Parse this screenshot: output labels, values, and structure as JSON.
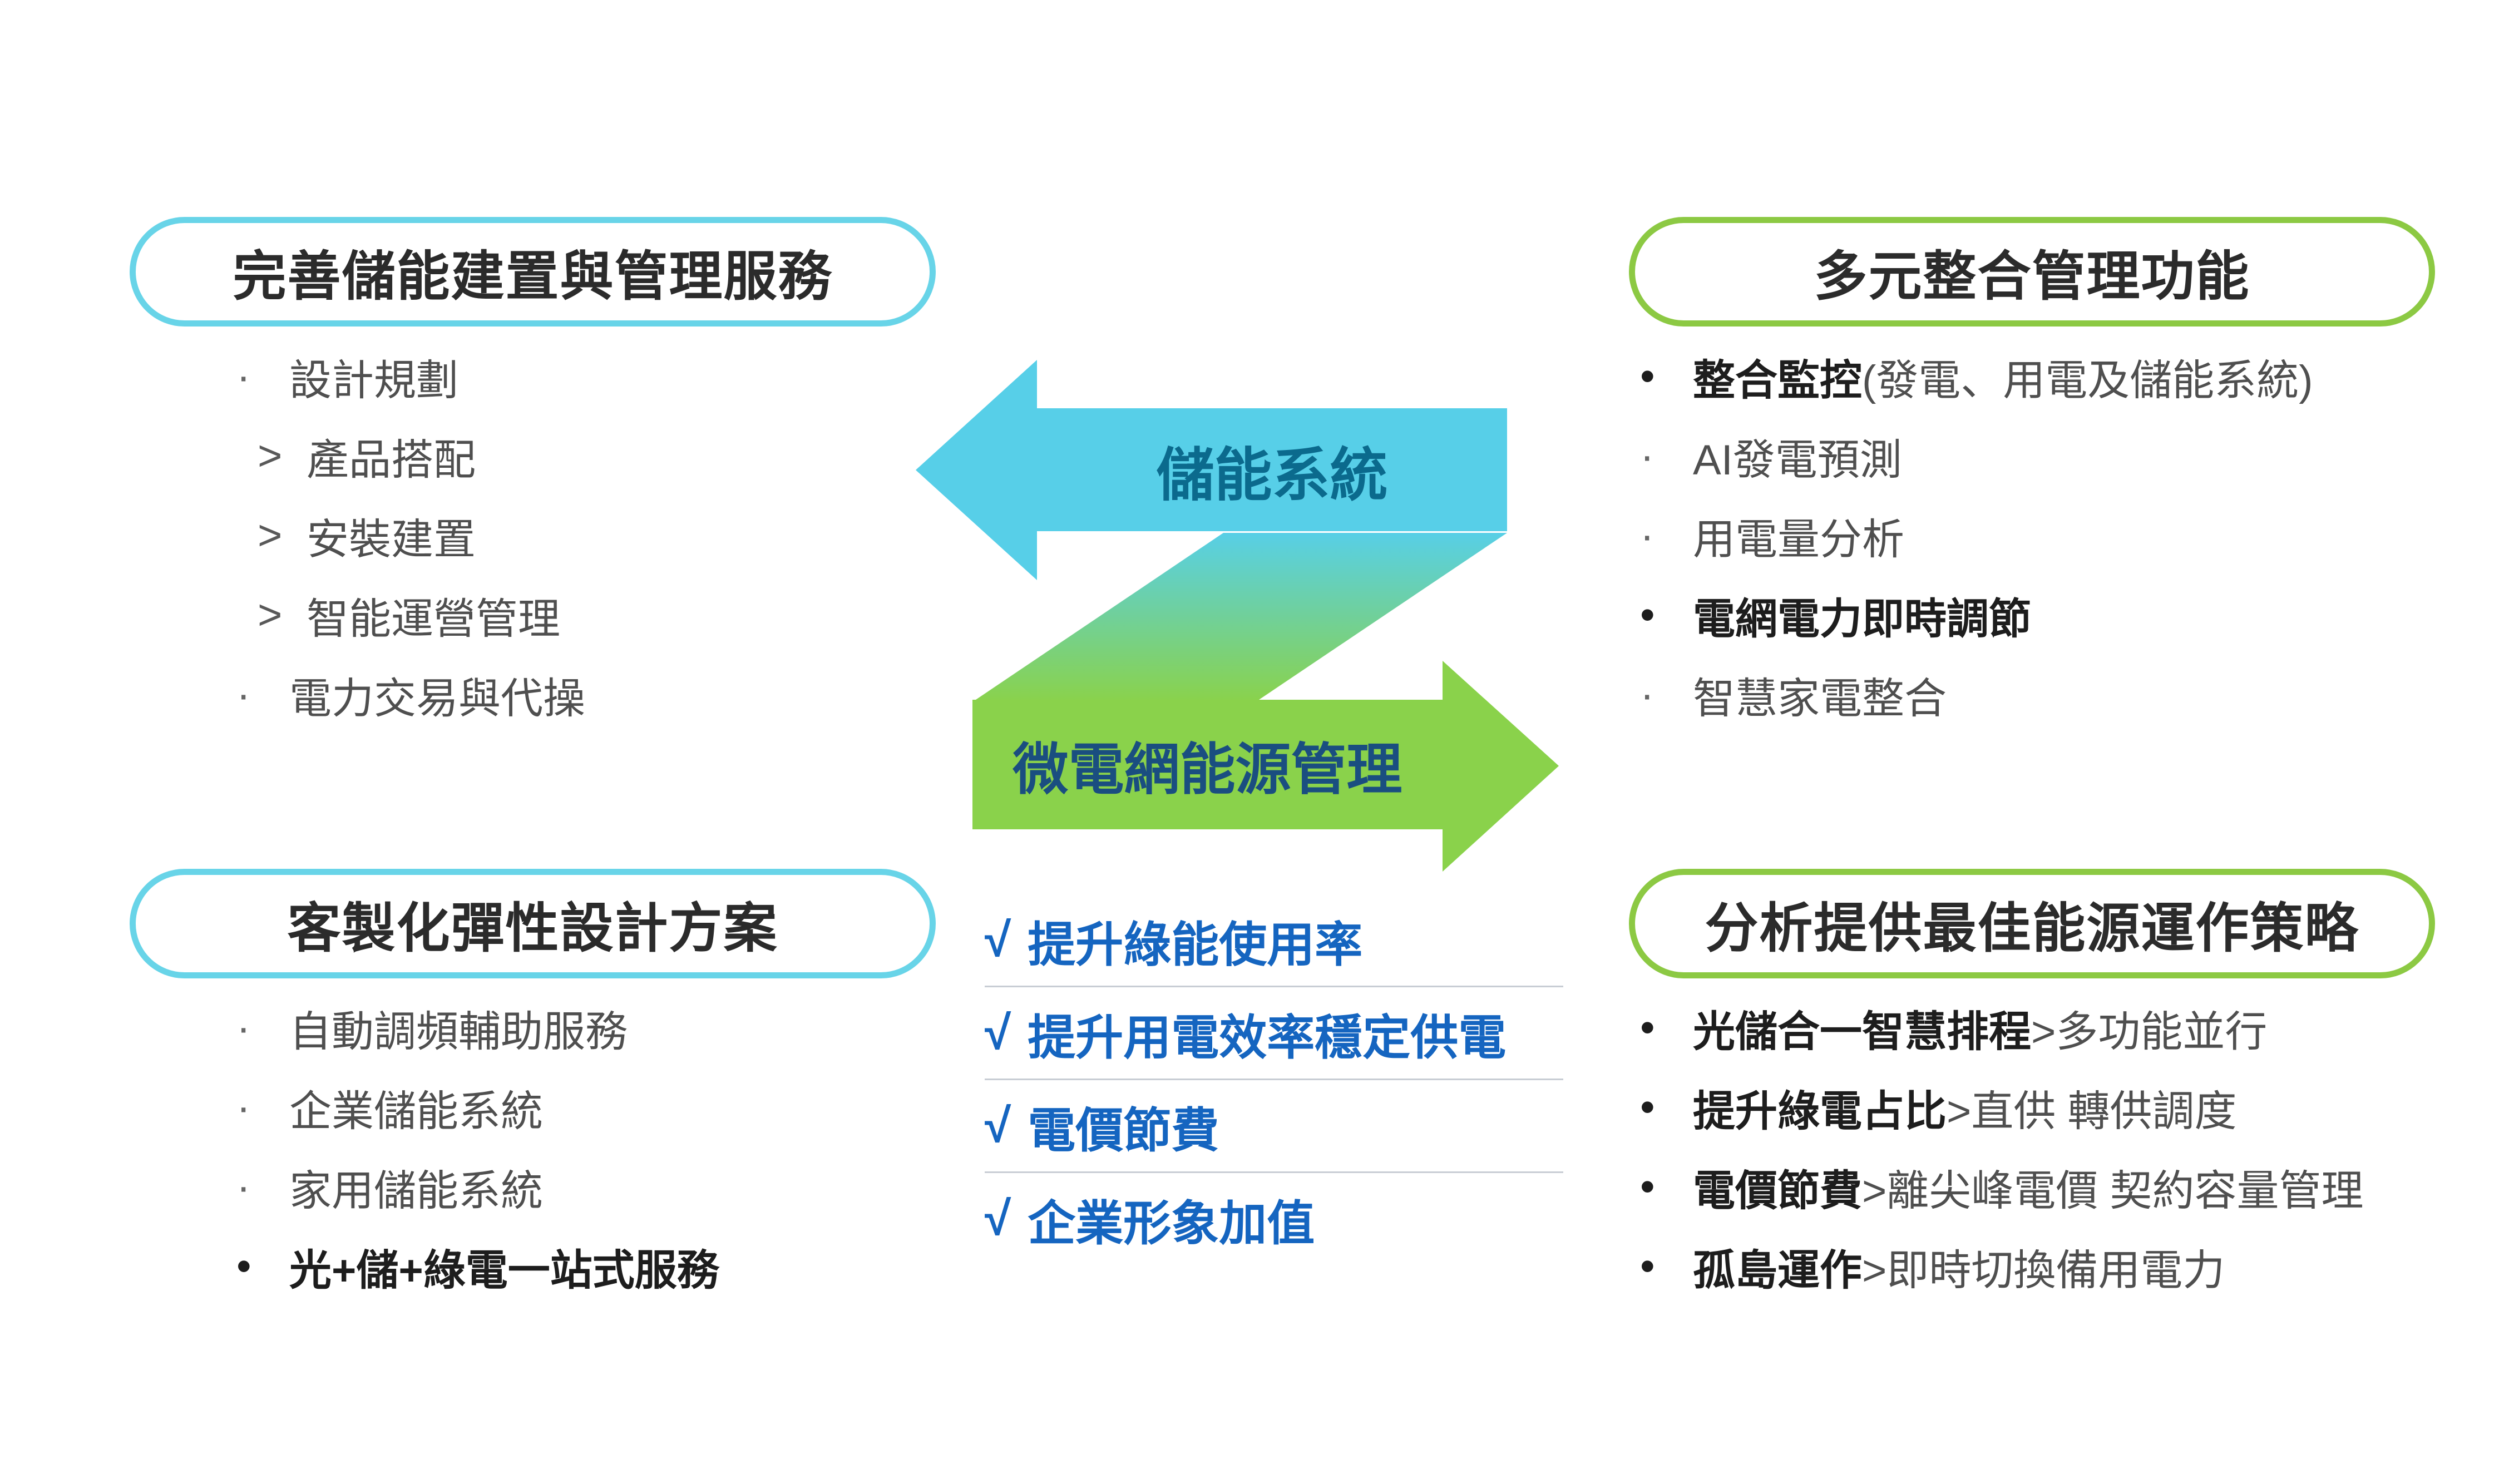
{
  "colors": {
    "cyan_arrow": "#57cfe8",
    "cyan_border": "#68d4e8",
    "green_arrow": "#8ad24b",
    "green_border": "#8cc943",
    "checklist_blue": "#1565c0",
    "storage_label_text": "#0b6a8d",
    "microgrid_label_text": "#1a4e80",
    "heading_text": "#2b2b2b",
    "body_text": "#4f4f4f"
  },
  "arrows": {
    "storage_label": "儲能系統",
    "microgrid_label": "微電網能源管理"
  },
  "panels": {
    "top_left": {
      "title": "完善儲能建置與管理服務",
      "items": [
        {
          "bullet": "·",
          "lead": "設計規劃",
          "tail": ""
        },
        {
          "bullet": ">",
          "lead": "產品搭配",
          "tail": ""
        },
        {
          "bullet": ">",
          "lead": "安裝建置",
          "tail": ""
        },
        {
          "bullet": ">",
          "lead": "智能運營管理",
          "tail": ""
        },
        {
          "bullet": "·",
          "lead": "電力交易與代操",
          "tail": ""
        }
      ]
    },
    "top_right": {
      "title": "多元整合管理功能",
      "items": [
        {
          "bullet": "•",
          "lead": "整合監控",
          "tail": " (發電、用電及儲能系統)"
        },
        {
          "bullet": "·",
          "lead": "AI發電預測",
          "tail": ""
        },
        {
          "bullet": "·",
          "lead": "用電量分析",
          "tail": ""
        },
        {
          "bullet": "•",
          "lead": "電網電力即時調節",
          "tail": ""
        },
        {
          "bullet": "·",
          "lead": "智慧家電整合",
          "tail": ""
        }
      ]
    },
    "bottom_left": {
      "title": "客製化彈性設計方案",
      "items": [
        {
          "bullet": "·",
          "lead": "自動調頻輔助服務",
          "tail": ""
        },
        {
          "bullet": "·",
          "lead": "企業儲能系統",
          "tail": ""
        },
        {
          "bullet": "·",
          "lead": "家用儲能系統",
          "tail": ""
        },
        {
          "bullet": "•",
          "lead": "光+儲+綠電一站式服務",
          "tail": ""
        }
      ]
    },
    "bottom_right": {
      "title": "分析提供最佳能源運作策略",
      "items": [
        {
          "bullet": "•",
          "lead": "光儲合一智慧排程",
          "tail": " >多功能並行"
        },
        {
          "bullet": "•",
          "lead": "提升綠電占比",
          "tail": " >直供 轉供調度"
        },
        {
          "bullet": "•",
          "lead": "電價節費",
          "tail": " >離尖峰電價 契約容量管理"
        },
        {
          "bullet": "•",
          "lead": "孤島運作",
          "tail": " >即時切換備用電力"
        }
      ]
    }
  },
  "checklist": {
    "check_mark": "√",
    "items": [
      "提升綠能使用率",
      "提升用電效率穩定供電",
      "電價節費",
      "企業形象加值"
    ]
  }
}
